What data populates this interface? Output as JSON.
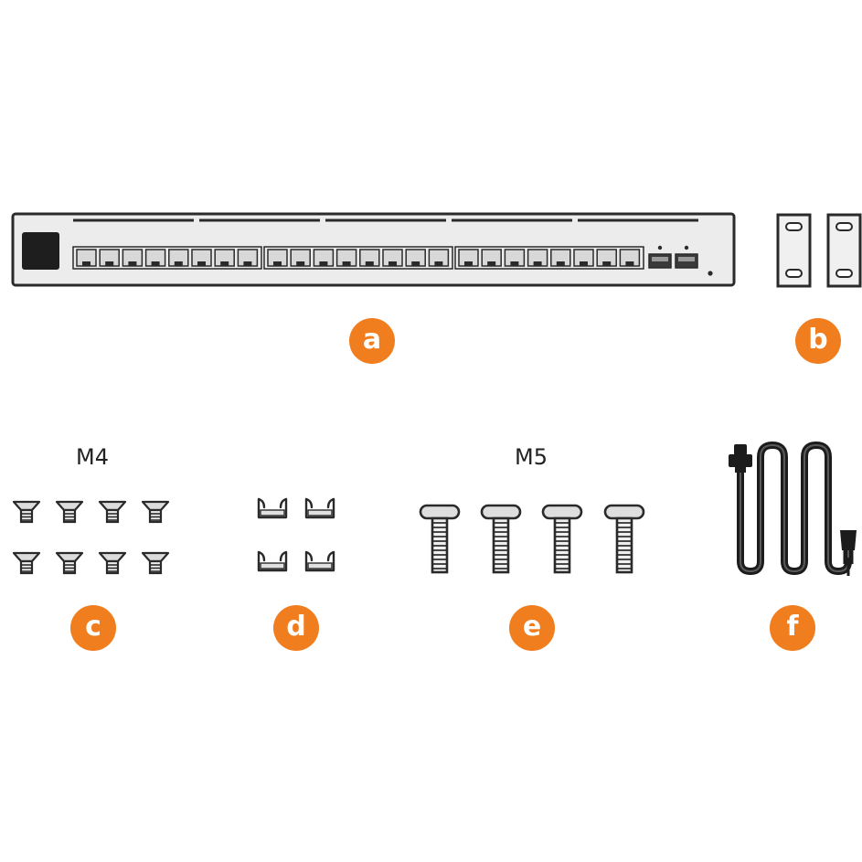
{
  "colors": {
    "accent": "#f07d1e",
    "outline": "#2a2a2a",
    "device_body": "#ececec",
    "port_fill": "#d8d8d8",
    "cable": "#1c1c1c"
  },
  "items": [
    {
      "letter": "a",
      "part": "switch"
    },
    {
      "letter": "b",
      "part": "rack-ears"
    },
    {
      "letter": "c",
      "part": "m4-screws",
      "size_label": "M4"
    },
    {
      "letter": "d",
      "part": "cable-clips"
    },
    {
      "letter": "e",
      "part": "m5-screws",
      "size_label": "M5"
    },
    {
      "letter": "f",
      "part": "power-cord"
    }
  ],
  "switch": {
    "rj45_groups": 3,
    "rj45_ports_per_group": 8,
    "sfp_ports": 2
  },
  "counts": {
    "rack_ears": 2,
    "m4_screws": 8,
    "cable_clips": 4,
    "m5_screws": 4
  }
}
